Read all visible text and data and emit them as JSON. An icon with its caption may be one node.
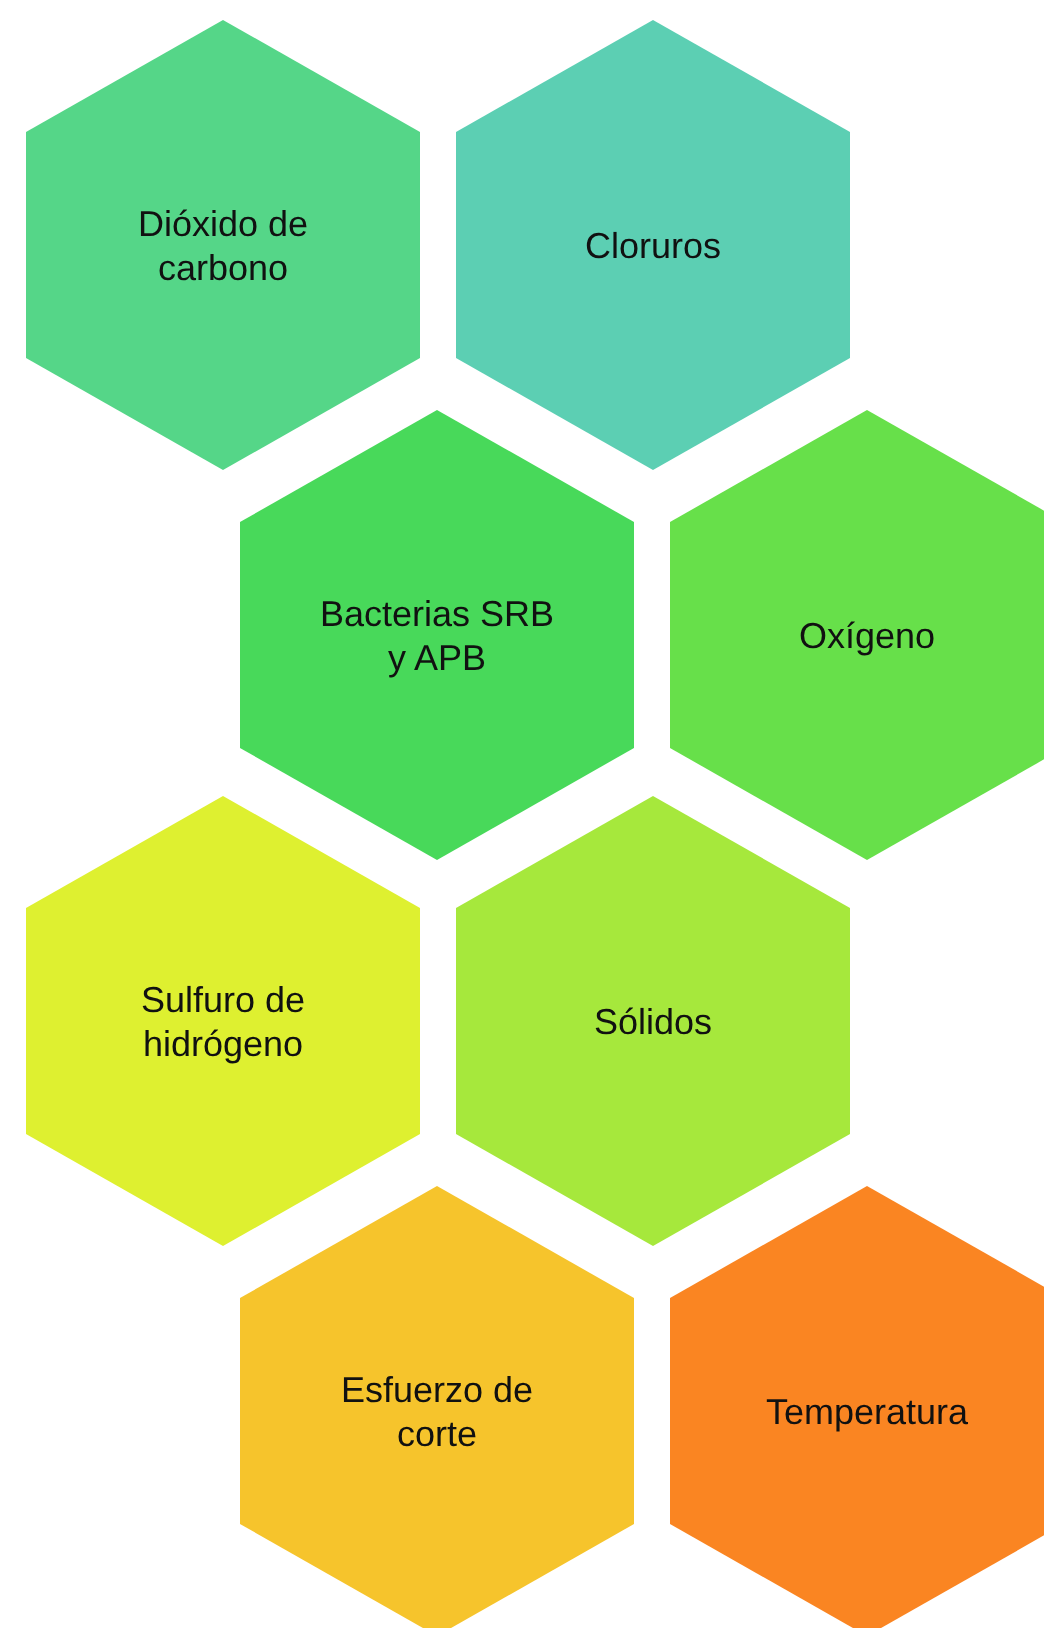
{
  "diagram": {
    "nodes": [
      {
        "text": [
          "Dióxido de carbono"
        ]
      },
      {
        "text": [
          "Cloruros"
        ]
      },
      {
        "text": [
          "Bacterias SRB y APB"
        ]
      },
      {
        "text": [
          "Oxígeno"
        ]
      },
      {
        "text": [
          "Sulfuro de hidrógeno"
        ]
      },
      {
        "text": [
          "Sólidos"
        ]
      },
      {
        "text": [
          "Esfuerzo de corte"
        ]
      },
      {
        "text": [
          "Temperatura"
        ]
      }
    ]
  }
}
